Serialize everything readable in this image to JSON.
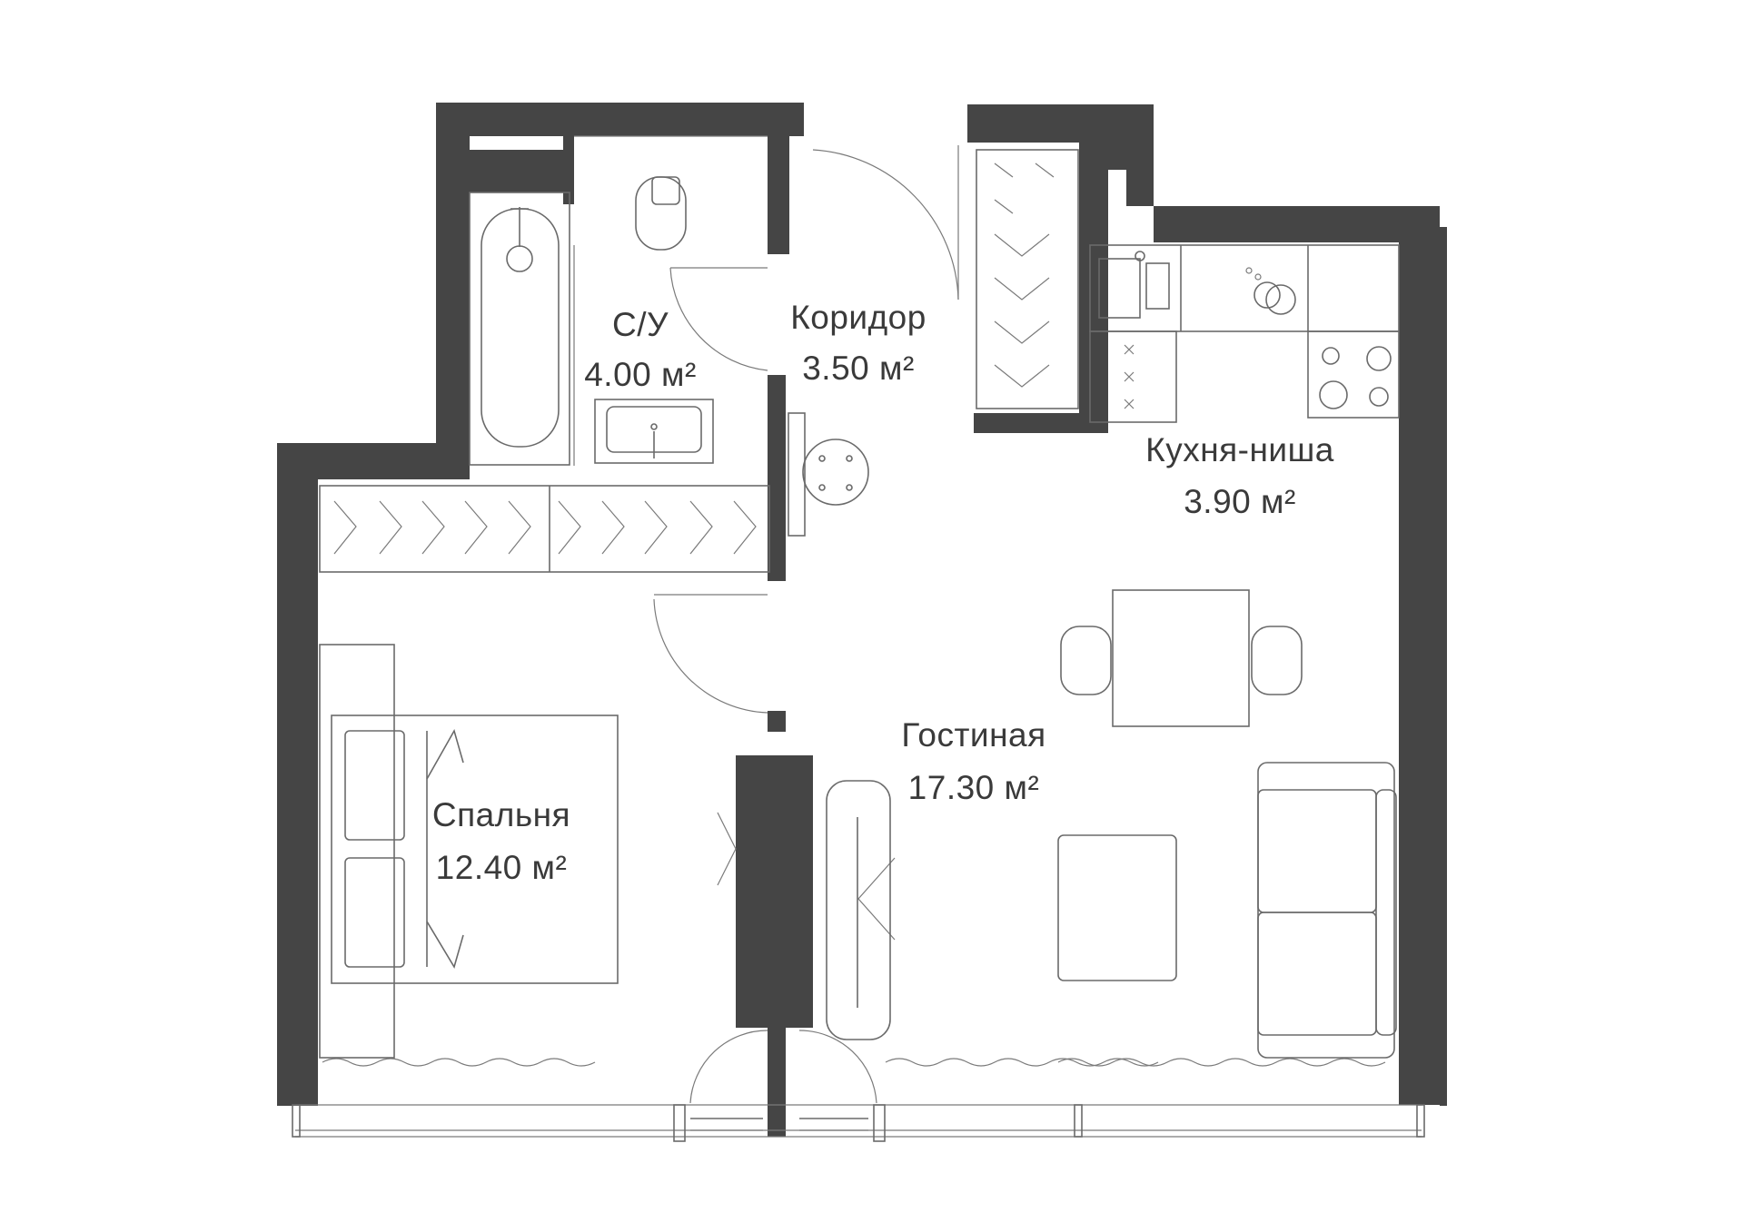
{
  "colors": {
    "wall": "#454545",
    "line": "#6a6a6a",
    "text": "#3a3a3a",
    "background": "#ffffff"
  },
  "rooms": {
    "bathroom": {
      "name": "С/У",
      "area": "4.00 м²"
    },
    "corridor": {
      "name": "Коридор",
      "area": "3.50 м²"
    },
    "kitchen": {
      "name": "Кухня-ниша",
      "area": "3.90 м²"
    },
    "living": {
      "name": "Гостиная",
      "area": "17.30 м²"
    },
    "bedroom": {
      "name": "Спальня",
      "area": "12.40 м²"
    }
  },
  "icons": [
    "bathtub-icon",
    "toilet-icon",
    "sink-icon",
    "wardrobe-hanger-icon",
    "kitchen-sink-icon",
    "dishes-icon",
    "cooktop-icon",
    "dining-table-icon",
    "sofa-icon",
    "bed-icon",
    "door-swing-icon",
    "window-icon",
    "curtain-icon"
  ]
}
